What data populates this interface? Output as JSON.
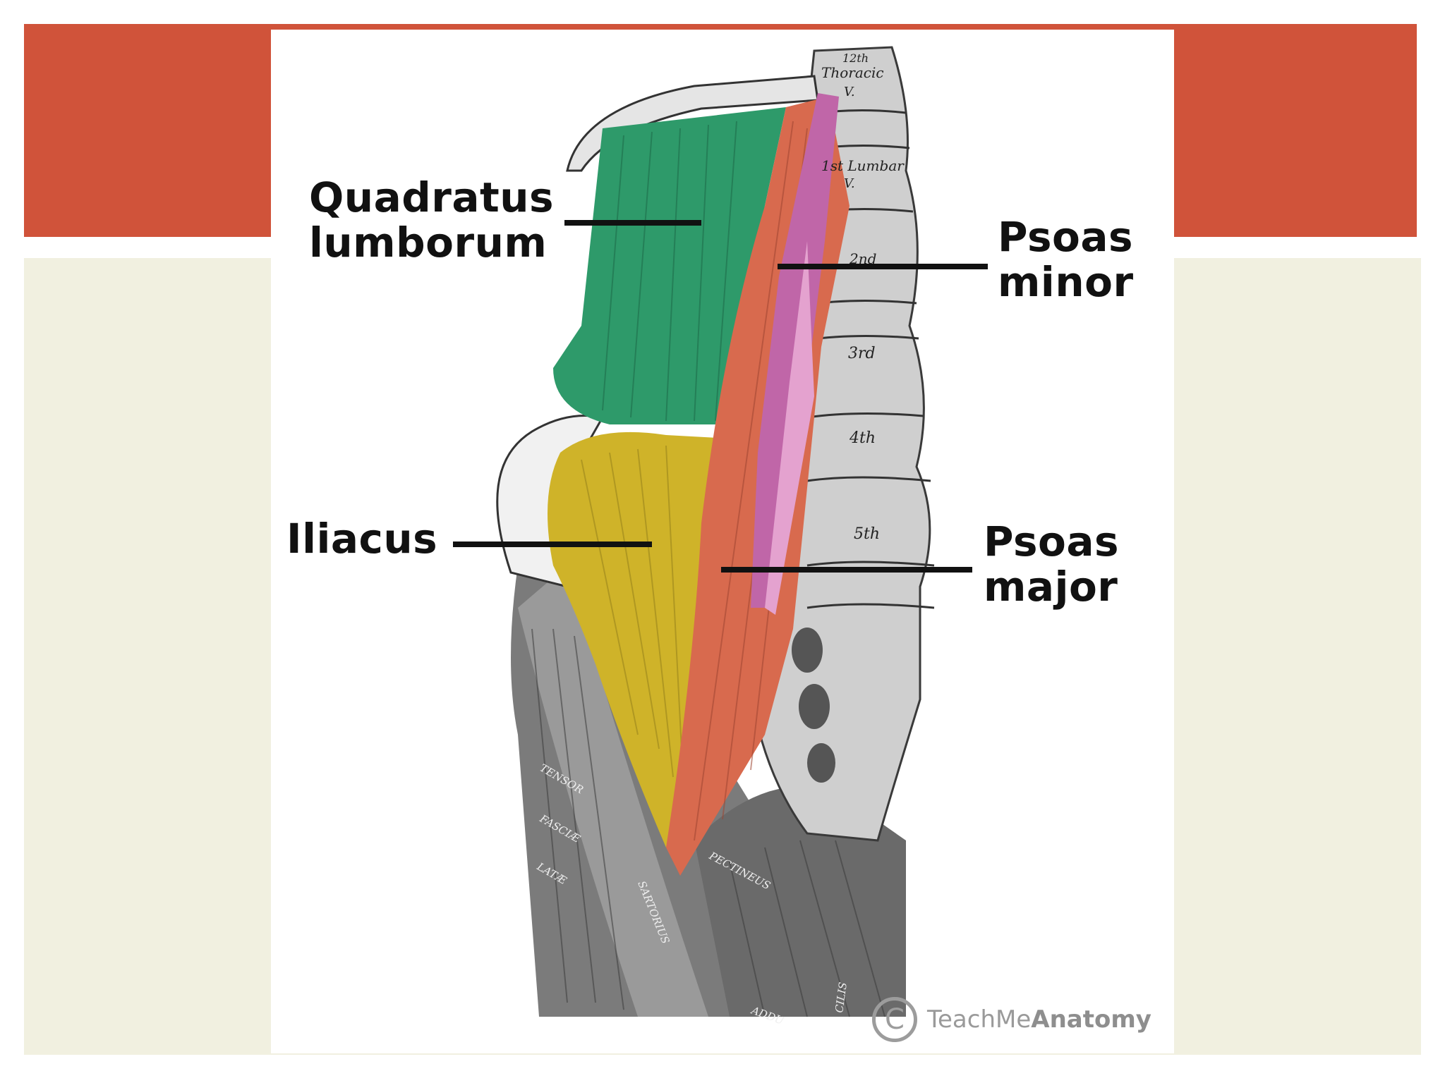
{
  "colors": {
    "banner": "#d0533a",
    "panel": "#f1f0e0",
    "quadratus": "#2e9a6a",
    "iliacus": "#cfb329",
    "psoas_major": "#d86a4e",
    "psoas_minor": "#c066a8"
  },
  "labels": {
    "quadratus_line1": "Quadratus",
    "quadratus_line2": "lumborum",
    "psoas_minor_line1": "Psoas",
    "psoas_minor_line2": "minor",
    "iliacus": "Iliacus",
    "psoas_major_line1": "Psoas",
    "psoas_major_line2": "major"
  },
  "illustration_text": {
    "t12_a": "12th",
    "t12_b": "Thoracic",
    "t12_c": "V.",
    "l1_a": "1st Lumbar",
    "l1_b": "V.",
    "l2": "2nd",
    "l3": "3rd",
    "l4": "4th",
    "l5": "5th",
    "tensor": "TENSOR",
    "fasciae": "FASCIÆ",
    "latae": "LATÆ",
    "sartorius": "SARTORIUS",
    "pectineus": "PECTINEUS",
    "adductor": "ADDU",
    "gracilis": "CILIS"
  },
  "watermark": {
    "symbol": "C",
    "brand_light": "TeachMe",
    "brand_bold": "Anatomy"
  }
}
